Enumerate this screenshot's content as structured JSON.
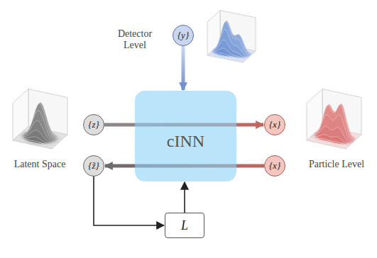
{
  "diagram": {
    "nodes": [
      {
        "text": [
          "{y}"
        ]
      },
      {
        "text": [
          "{z}"
        ]
      },
      {
        "text": [
          "cINN"
        ]
      },
      {
        "text": [
          "{x}"
        ]
      },
      {
        "text": [
          "{z̃}"
        ]
      },
      {
        "text": [
          "{x}"
        ]
      },
      {
        "text": [
          "L"
        ]
      }
    ],
    "edges": [
      {
        "from": 0,
        "to": 2,
        "arrow": "to"
      },
      {
        "from": 1,
        "to": 3,
        "arrow": "to"
      },
      {
        "from": 5,
        "to": 4,
        "arrow": "to"
      },
      {
        "from": 4,
        "to": 6,
        "arrow": "to"
      },
      {
        "from": 6,
        "to": 2,
        "arrow": "to"
      }
    ],
    "labels": [
      "Detector Level",
      "Latent Space",
      "Particle Level"
    ]
  }
}
